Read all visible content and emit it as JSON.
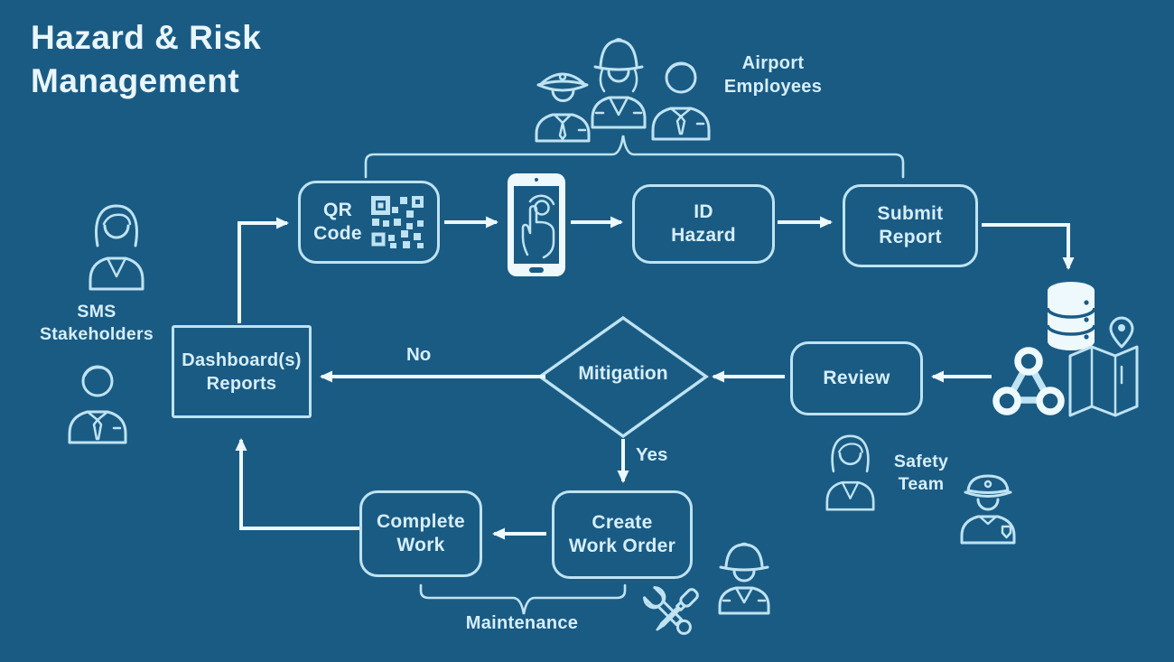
{
  "title": {
    "line1": "Hazard & Risk",
    "line2": "Management"
  },
  "colors": {
    "background": "#1A5B84",
    "line": "#BFE3F2",
    "arrow": "#EEF9FE",
    "text": "#D6EEF9",
    "title_text": "#E9F6FD"
  },
  "nodes": {
    "qr_line1": "QR",
    "qr_line2": "Code",
    "id_line1": "ID",
    "id_line2": "Hazard",
    "submit_line1": "Submit",
    "submit_line2": "Report",
    "review": "Review",
    "mitigation": "Mitigation",
    "dashboard_line1": "Dashboard(s)",
    "dashboard_line2": "Reports",
    "create_line1": "Create",
    "create_line2": "Work Order",
    "complete_line1": "Complete",
    "complete_line2": "Work"
  },
  "edges": {
    "no": "No",
    "yes": "Yes"
  },
  "groups": {
    "airport_line1": "Airport",
    "airport_line2": "Employees",
    "sms_line1": "SMS",
    "sms_line2": "Stakeholders",
    "safety_line1": "Safety",
    "safety_line2": "Team",
    "maintenance": "Maintenance"
  },
  "icons": {
    "pilot": "pilot-icon",
    "female_worker": "female-worker-icon",
    "male_employee": "male-employee-icon",
    "qr": "qr-code-icon",
    "phone_tap": "phone-tap-icon",
    "database": "database-icon",
    "webhook": "webhook-icon",
    "map": "map-pin-icon",
    "businesswoman": "businesswoman-icon",
    "businessman": "businessman-icon",
    "safety_woman": "safety-woman-icon",
    "police_officer": "police-officer-icon",
    "tools": "tools-icon",
    "maintenance_worker": "maintenance-worker-icon"
  }
}
